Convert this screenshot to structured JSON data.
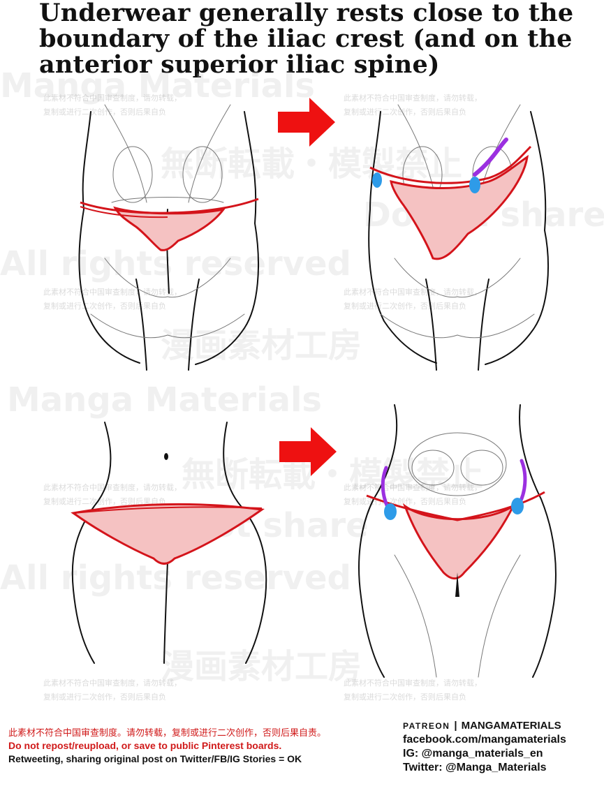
{
  "title": {
    "line1": "Underwear generally rests close to the",
    "line2": "boundary of the iliac crest (and on the",
    "line3": "anterior superior iliac spine)"
  },
  "watermarks": {
    "big": [
      "Manga Materials",
      "漫画素材工房",
      "無断転載・模製禁止",
      "Do not share",
      "All rights reserved"
    ],
    "small": [
      "此素材不符合中国审查制度，请勿转载，",
      "复制或进行二次创作，否则后果自负"
    ]
  },
  "colors": {
    "line": "#d4141b",
    "fill": "#f5c2c2",
    "arrow": "#ee1111",
    "bone": "#9b30e0",
    "spine": "#2e9be8"
  },
  "footer": {
    "chinese": "此素材不符合中国审查制度。请勿转载，复制或进行二次创作，否则后果自责。",
    "warning": "Do not repost/reupload, or save to public Pinterest boards.",
    "ok": "Retweeting, sharing original post on Twitter/FB/IG Stories = OK",
    "patreon_word": "PATREON",
    "patreon_name": "MANGAMATERIALS",
    "facebook": "facebook.com/mangamaterials",
    "instagram": "IG: @manga_materials_en",
    "twitter": "Twitter: @Manga_Materials"
  }
}
